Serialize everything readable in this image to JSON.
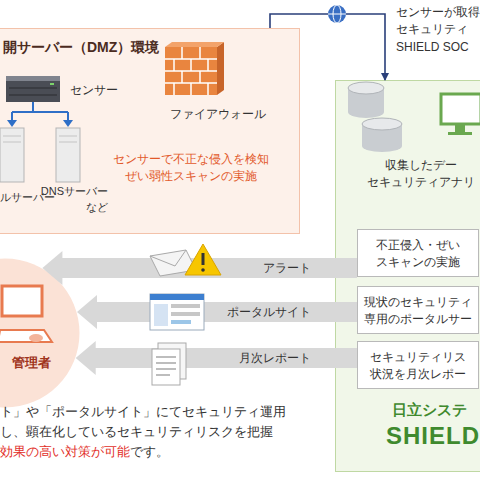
{
  "diagram": {
    "nodes": [
      {
        "text": [
          "開サーバー（DMZ）環境",
          "センサーで不正な侵入を検知 ぜい弱性スキャンの実施"
        ]
      },
      {
        "text": [
          "収集したデー セキュリティアナリ",
          "日立システ",
          "SHIELD"
        ]
      },
      {
        "text": [
          "不正侵入・ぜい スキャンの実施"
        ],
        "in": 1
      },
      {
        "text": [
          "現状のセキュリティ 専用のポータルサー"
        ],
        "in": 1
      },
      {
        "text": [
          "セキュリティリス 状況を月次レポー"
        ],
        "in": 1
      },
      {
        "text": [
          "管理者"
        ]
      }
    ],
    "edges": [
      {
        "from": 0,
        "to": 1,
        "arrow": "to"
      },
      {
        "from": 2,
        "to": 5,
        "label": "アラート",
        "arrow": "to"
      },
      {
        "from": 3,
        "to": 5,
        "label": "ポータルサイト",
        "arrow": "to"
      },
      {
        "from": 4,
        "to": 5,
        "label": "月次レポート",
        "arrow": "to"
      }
    ],
    "labels": [
      "センサーが取得 セキュリティ SHIELD SOC",
      "センサー",
      "ファイアウォール",
      "DNSサーバー など",
      "ルサーバー",
      "ト」や「ポータルサイト」にてセキュリティ運用",
      "し、顕在化しているセキュリティリスクを把握",
      "効果の高い対策が可能",
      "です。"
    ]
  }
}
